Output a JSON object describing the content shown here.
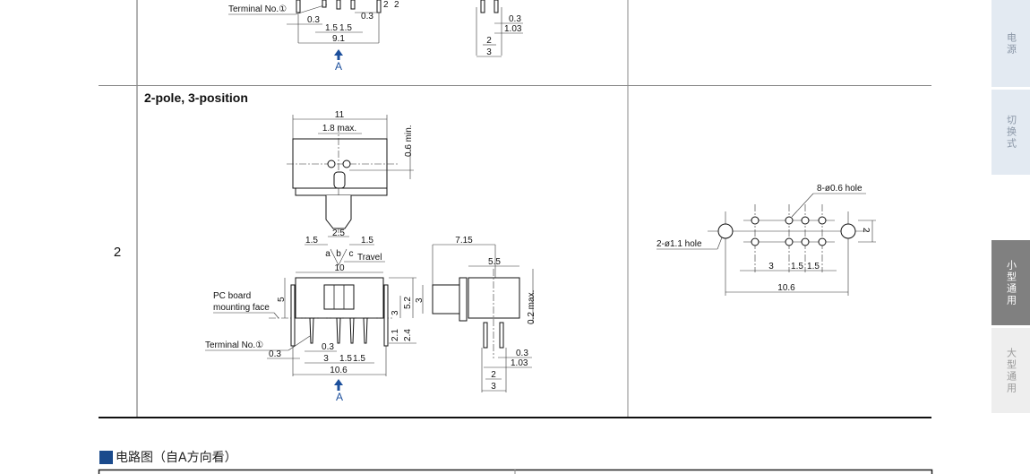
{
  "row_number": "2",
  "row_title": "2-pole, 3-position",
  "prev_row": {
    "terminal_label": "Terminal No.①",
    "dims": [
      "0.3",
      "1.5",
      "1.5",
      "0.3",
      "9.1",
      "2",
      "2",
      "0.3",
      "1.03",
      "2",
      "3"
    ],
    "view_label": "A"
  },
  "top_view": {
    "width": "11",
    "lever_max": "1.8 max.",
    "min_gap": "0.6 min.",
    "lever_width": "2.5",
    "travel_left": "1.5",
    "travel_right": "1.5",
    "positions": [
      "a",
      "b",
      "c"
    ],
    "travel_label": "Travel"
  },
  "front_view": {
    "width": "10",
    "height": "5",
    "pcb_label_1": "PC board",
    "pcb_label_2": "mounting face",
    "dim_3": "3",
    "dim_5_2": "5.2",
    "dim_2_1": "2.1",
    "dim_2_4": "2.4",
    "terminal_label": "Terminal No.①",
    "pin_03a": "0.3",
    "pin_03b": "0.3",
    "pitch_3": "3",
    "pitch_15a": "1.5",
    "pitch_15b": "1.5",
    "overall": "10.6",
    "view_label": "A"
  },
  "side_view": {
    "depth": "7.15",
    "body": "5.5",
    "knob": "3",
    "max": "0.2 max.",
    "pin_03": "0.3",
    "pin_103": "1.03",
    "row_2": "2",
    "row_3": "3"
  },
  "pcb_layout": {
    "small_holes": "8-ø0.6 hole",
    "large_holes": "2-ø1.1 hole",
    "row_pitch": "2",
    "pitch_3": "3",
    "pitch_15a": "1.5",
    "pitch_15b": "1.5",
    "overall": "10.6"
  },
  "circuit_section_title": "电路图（自A方向看）",
  "side_tabs": [
    {
      "label": "电源",
      "state": "inactive"
    },
    {
      "label": "切换式",
      "state": "inactive"
    },
    {
      "label": "小型通用",
      "state": "active"
    },
    {
      "label": "大型通用",
      "state": "inactive"
    }
  ],
  "colors": {
    "accent_blue": "#1c4f9c",
    "tab_active": "#808080",
    "tab_inactive_blue": "#e3eaf2",
    "tab_inactive_gray": "#eeeeee"
  }
}
